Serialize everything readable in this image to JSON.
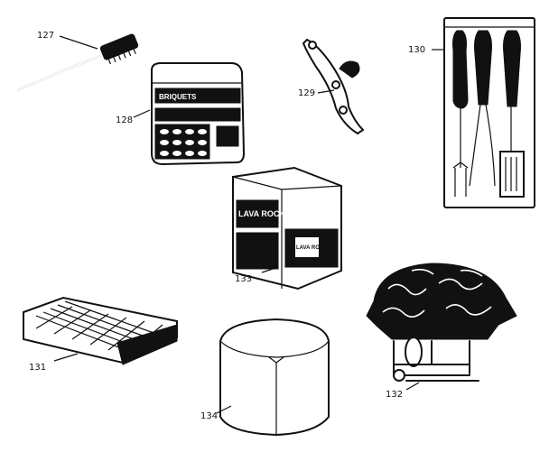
{
  "parts": [
    {
      "ref": "127"
    },
    {
      "ref": "128"
    },
    {
      "ref": "129"
    },
    {
      "ref": "130"
    },
    {
      "ref": "133"
    },
    {
      "ref": "131"
    },
    {
      "ref": "134"
    },
    {
      "ref": "132"
    }
  ],
  "box_text": {
    "lava_rocks_top": "LAVA ROCKS",
    "lava_rocks_side": "LAVA ROCKS"
  }
}
